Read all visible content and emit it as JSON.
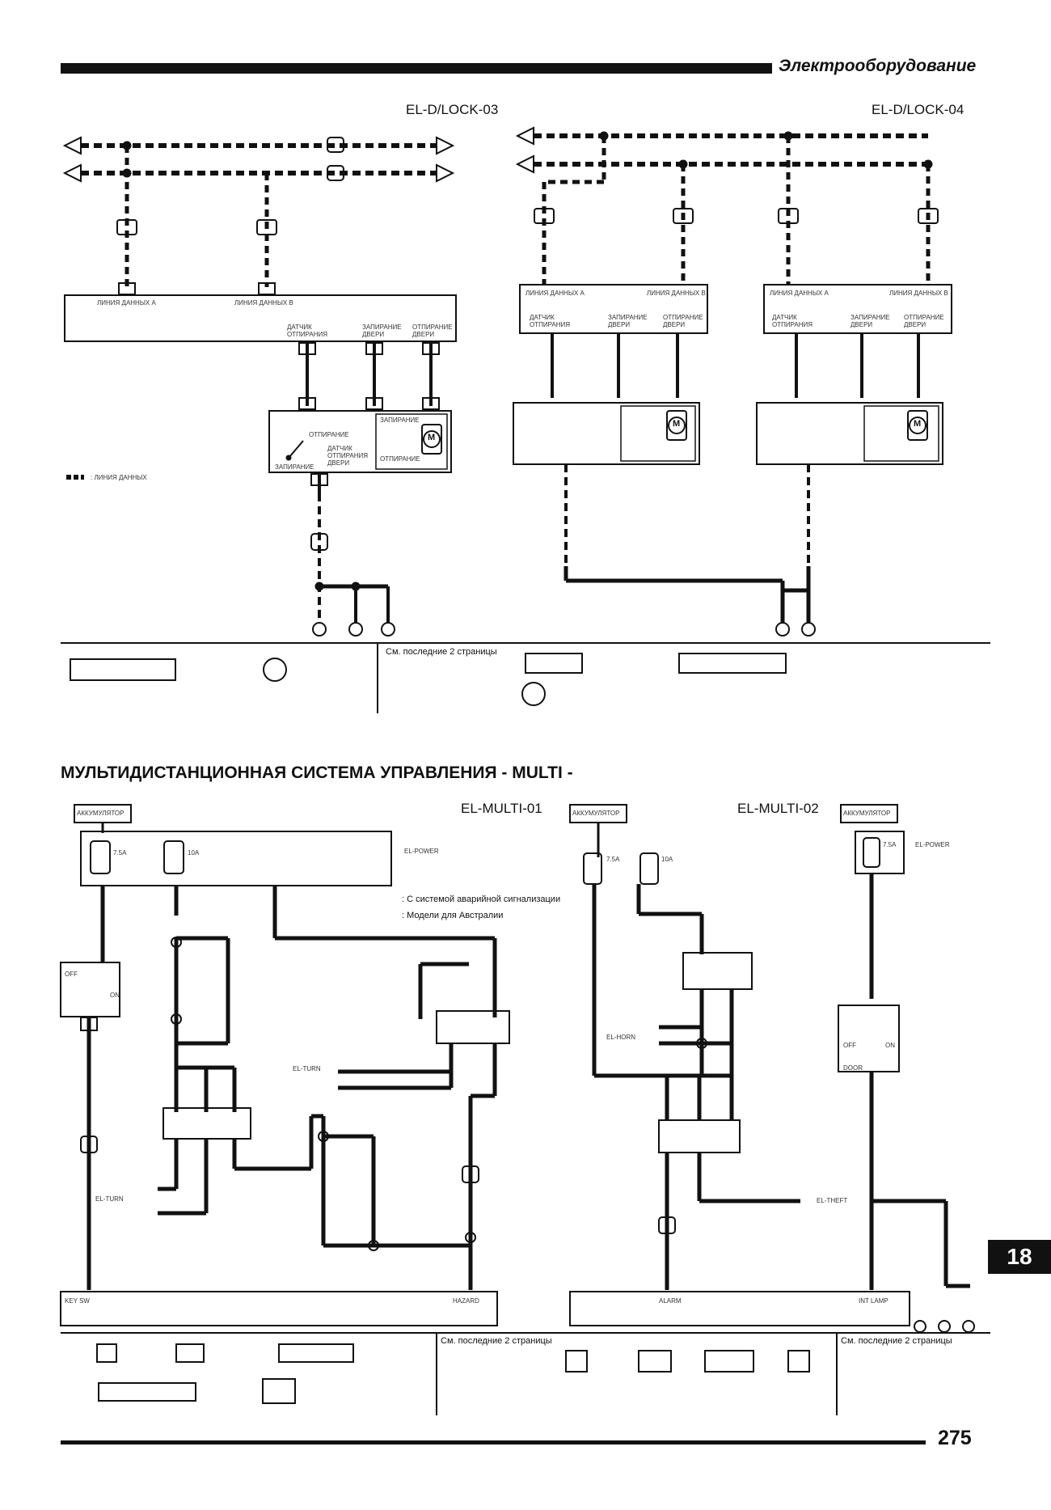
{
  "header": {
    "section_title": "Электрооборудование"
  },
  "diagrams": {
    "lock03": {
      "code": "EL-D/LOCK-03"
    },
    "lock04": {
      "code": "EL-D/LOCK-04"
    },
    "multi01": {
      "code": "EL-MULTI-01"
    },
    "multi02": {
      "code": "EL-MULTI-02"
    }
  },
  "notes": {
    "see_last_pages_1": "См. последние 2 страницы",
    "see_last_pages_2": "См. последние 2 страницы",
    "see_last_pages_3": "См. последние 2 страницы",
    "alarm_option": ": С системой аварийной сигнализации",
    "australia_option": ": Модели для Австралии",
    "data_line_legend": ": ЛИНИЯ ДАННЫХ"
  },
  "system_title": "МУЛЬТИДИСТАНЦИОННАЯ СИСТЕМА УПРАВЛЕНИЯ - MULTI -",
  "labels": {
    "data_line_a": "ЛИНИЯ ДАННЫХ A",
    "data_line_b": "ЛИНИЯ ДАННЫХ B",
    "unlock_sensor": "ДАТЧИК ОТПИРАНИЯ",
    "door_lock": "ЗАПИРАНИЕ ДВЕРИ",
    "door_unlock": "ОТПИРАНИЕ ДВЕРИ",
    "unlock": "ОТПИРАНИЕ",
    "lock": "ЗАПИРАНИЕ",
    "door_sensor": "ДАТЧИК ОТПИРАНИЯ ДВЕРИ",
    "battery": "АККУМУЛЯТОР",
    "el_power": "EL-POWER",
    "el_turn": "EL-TURN",
    "el_horn": "EL-HORN",
    "el_theft": "EL-THEFT",
    "key_sw": "KEY SW",
    "hazard": "HAZARD",
    "alarm": "ALARM",
    "int_lamp": "INT LAMP",
    "off": "OFF",
    "on": "ON",
    "door": "DOOR",
    "fuse_75a": "7.5A",
    "fuse_10a": "10A",
    "motor": "M"
  },
  "page": {
    "tab": "18",
    "number": "275"
  }
}
